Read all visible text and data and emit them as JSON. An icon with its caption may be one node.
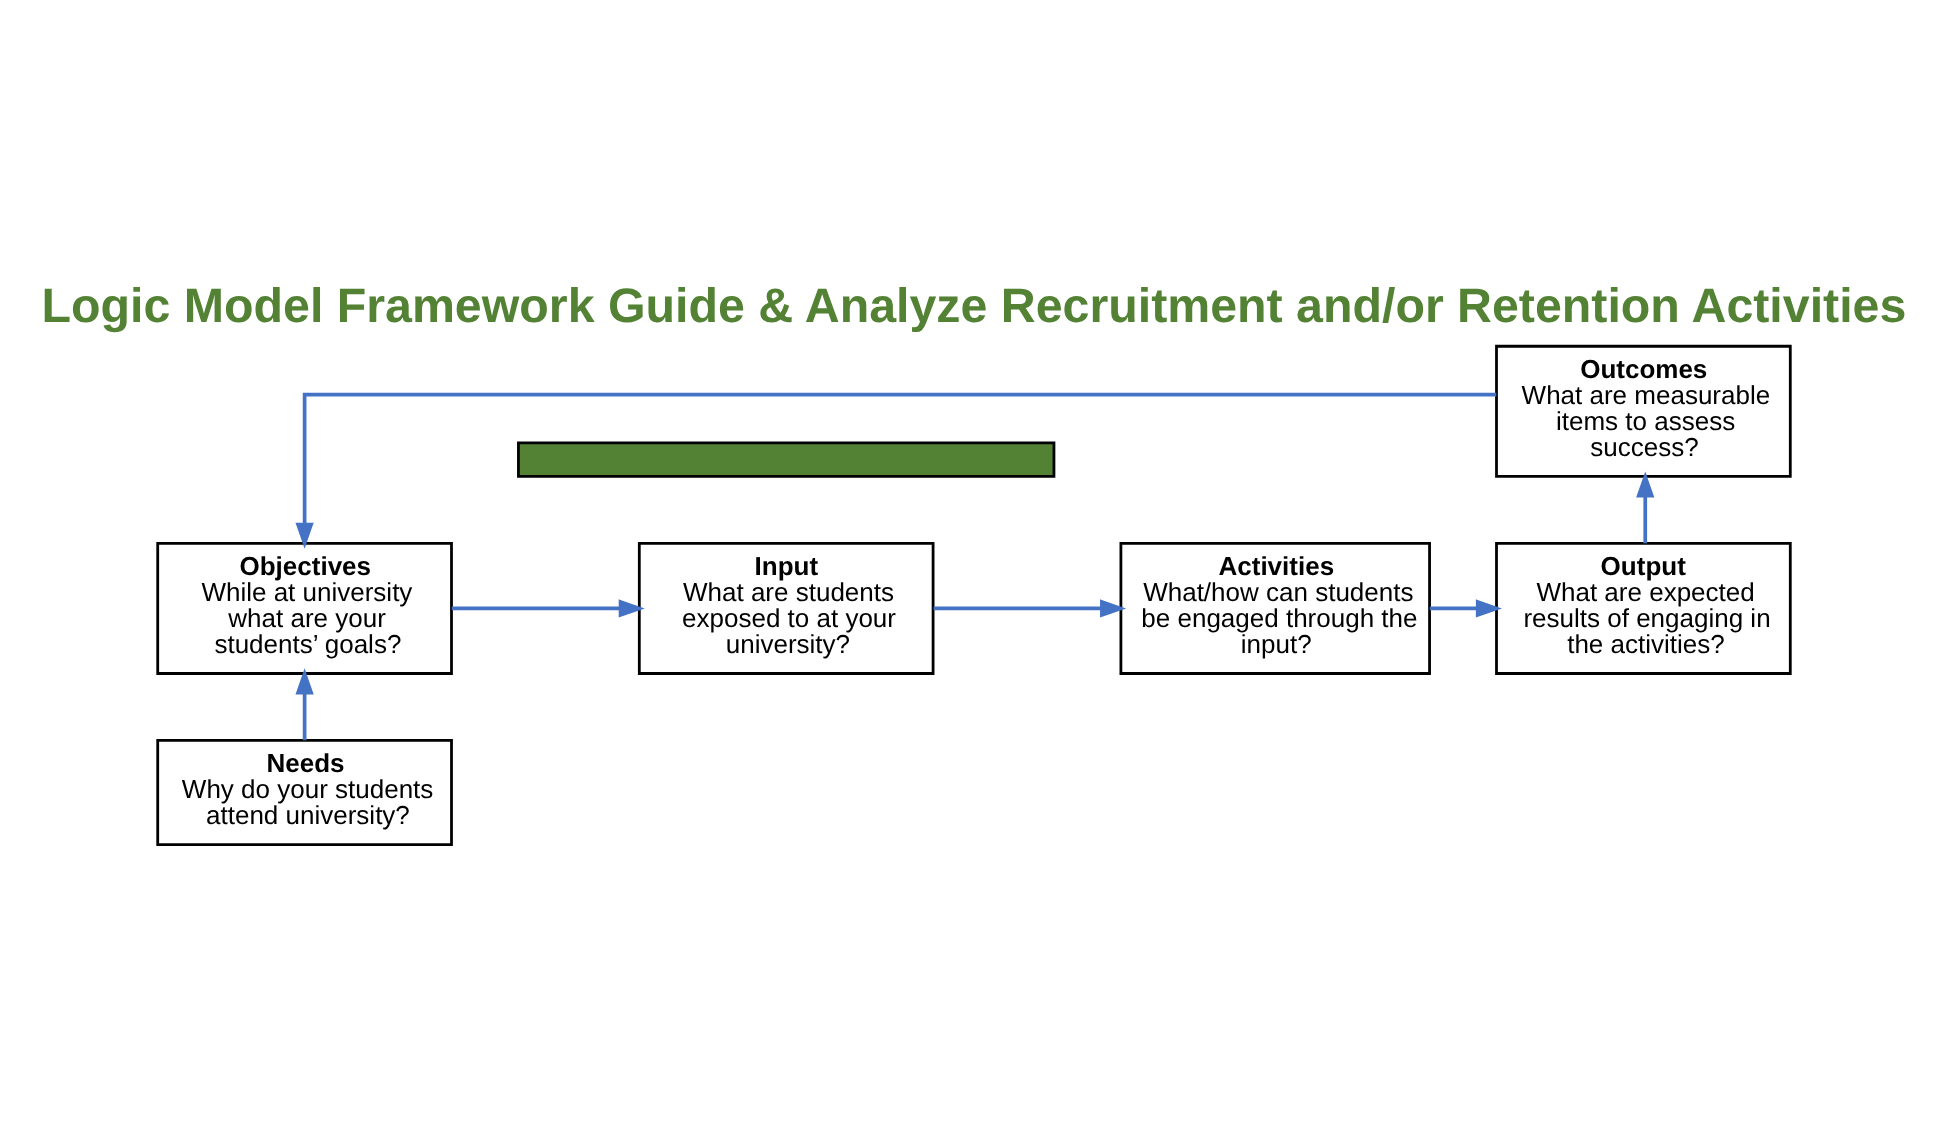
{
  "diagram": {
    "title": "Logic Model Framework Guide & Analyze Recruitment and/or Retention Activities",
    "nodes": [
      {
        "text": [],
        "shape": "bar"
      },
      {
        "text": [
          "Needs",
          "Why do your students attend university?"
        ]
      },
      {
        "text": [
          "Outcomes",
          "What are measurable items to assess success?"
        ]
      },
      {
        "text": [
          "Objectives",
          "While at university what are your students’ goals?"
        ]
      },
      {
        "text": [
          "Input",
          "What are students exposed to at your university?"
        ]
      },
      {
        "text": [
          "Activities",
          "What/how can students be engaged through the input?"
        ]
      },
      {
        "text": [
          "Output",
          "What are expected results of engaging in the activities?"
        ]
      }
    ],
    "edges": [
      {
        "from": 1,
        "to": 3,
        "arrow": "to"
      },
      {
        "from": 3,
        "to": 4,
        "arrow": "to"
      },
      {
        "from": 4,
        "to": 5,
        "arrow": "to"
      },
      {
        "from": 5,
        "to": 6,
        "arrow": "to"
      },
      {
        "from": 6,
        "to": 2,
        "arrow": "to"
      },
      {
        "from": 2,
        "to": 3,
        "arrow": "to"
      }
    ]
  }
}
